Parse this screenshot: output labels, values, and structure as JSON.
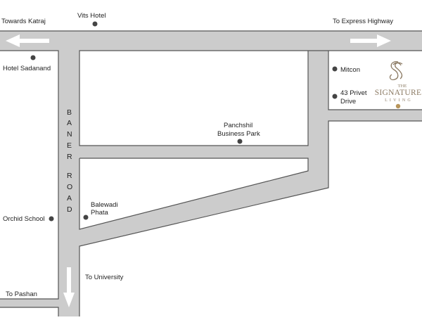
{
  "map": {
    "colors": {
      "road": "#cccccc",
      "road_border": "#555555",
      "marker": "#444444",
      "logo": "#8b7a63",
      "logo_dot": "#b8955a",
      "arrow": "#ffffff"
    },
    "directions": {
      "towards_katraj": "Towards Katraj",
      "to_express_highway": "To Express Highway",
      "to_university": "To University",
      "to_pashan": "To Pashan"
    },
    "road_name_letters": [
      "B",
      "A",
      "N",
      "E",
      "R",
      "",
      "R",
      "O",
      "A",
      "D"
    ],
    "landmarks": {
      "vits_hotel": "Vits Hotel",
      "hotel_sadanand": "Hotel Sadanand",
      "mitcon": "Mitcon",
      "privet_drive_line1": "43 Privet",
      "privet_drive_line2": "Drive",
      "panchshil_line1": "Panchshil",
      "panchshil_line2": "Business Park",
      "balewadi_line1": "Balewadi",
      "balewadi_line2": "Phata",
      "orchid_school": "Orchid School"
    },
    "logo": {
      "the": "THE",
      "name": "SIGNATURE",
      "tagline": "LIVING"
    }
  }
}
